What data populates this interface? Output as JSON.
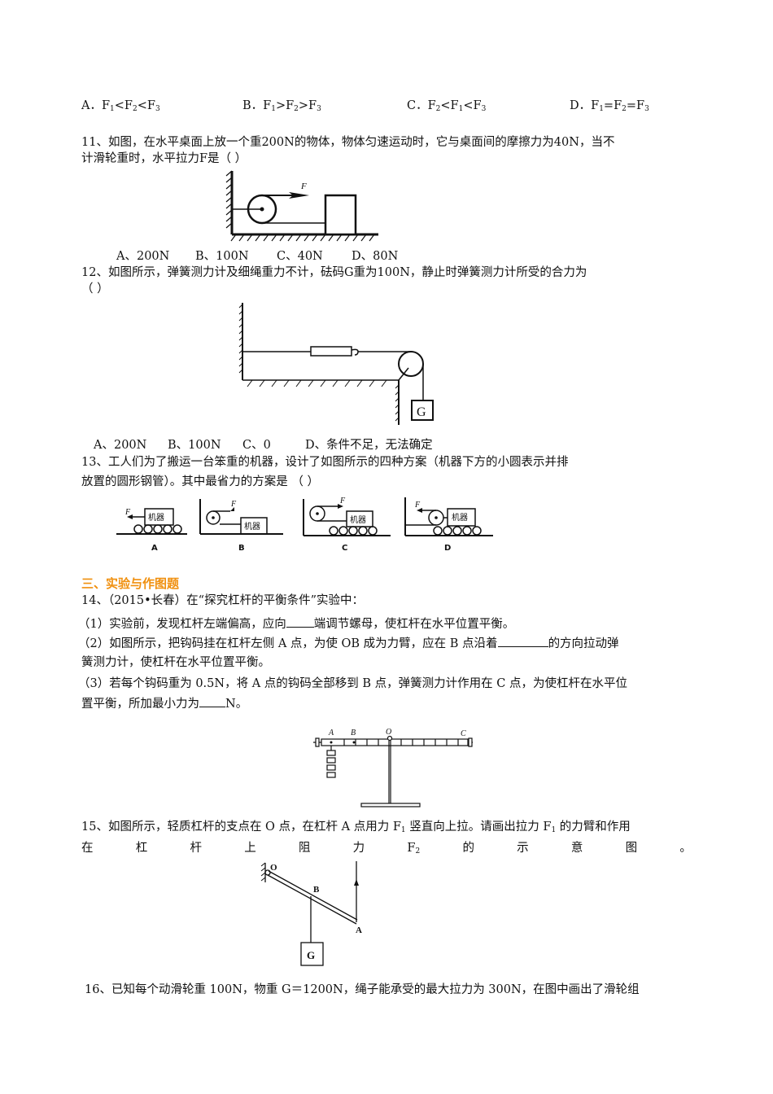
{
  "q10": {
    "options": [
      {
        "label": "A．F1<F2<F3"
      },
      {
        "label": "B．F1>F2>F3"
      },
      {
        "label": "C．F2<F1<F3"
      },
      {
        "label": "D．F1=F2=F3"
      }
    ]
  },
  "q11": {
    "line1": "11、如图，在水平桌面上放一个重200N的物体，物体匀速运动时，它与桌面间的摩擦力为40N，当不",
    "line2": "计滑轮重时，水平拉力F是（    ）",
    "figure_label_F": "F",
    "options": [
      "A、200N",
      "B、100N",
      "C、40N",
      "D、80N"
    ]
  },
  "q12": {
    "line1": "12、如图所示，弹簧测力计及细绳重力不计，砝码G重为100N，静止时弹簧测力计所受的合力为",
    "line2": "（    ）",
    "figure_label_G": "G",
    "options": [
      "A、200N",
      "B、100N",
      "C、0",
      "D、条件不足，无法确定"
    ]
  },
  "q13": {
    "line1": "13、工人们为了搬运一台笨重的机器，设计了如图所示的四种方案（机器下方的小圆表示并排",
    "line2": "放置的圆形钢管）。其中最省力的方案是  （        ）",
    "machine_label": "机器",
    "force_label": "F",
    "panels": [
      "A",
      "B",
      "C",
      "D"
    ]
  },
  "section3": {
    "heading": "三、实验与作图题"
  },
  "q14": {
    "line1": "14、（2015•长春）在“探究杠杆的平衡条件”实验中：",
    "p1_a": "（1）实验前，发现杠杆左端偏高，应向",
    "p1_b": "端调节螺母，使杠杆在水平位置平衡。",
    "p2_a": "（2）如图所示，把钩码挂在杠杆左侧 A 点，为使 OB 成为力臂，应在 B 点沿着",
    "p2_b": "的方向拉动弹",
    "p2_c": "簧测力计，使杠杆在水平位置平衡。",
    "p3_a": "（3）若每个钩码重为 0.5N，将 A 点的钩码全部移到 B 点，弹簧测力计作用在 C 点，为使杠杆在水平位",
    "p3_b": "置平衡，所加最小力为",
    "p3_c": "N。",
    "figure_labels": {
      "A": "A",
      "B": "B",
      "O": "O",
      "C": "C"
    }
  },
  "q15": {
    "line1": "15、如图所示，轻质杠杆的支点在 O 点，在杠杆 A 点用力 F1 竖直向上拉。请画出拉力 F1 的力臂和作用",
    "line2_chars": [
      "在",
      "杠",
      "杆",
      "上",
      "阻",
      "力",
      "F2",
      "的",
      "示",
      "意",
      "图",
      "。"
    ],
    "figure_labels": {
      "O": "O",
      "B": "B",
      "A": "A",
      "G": "G"
    }
  },
  "q16": {
    "line1": "16、已知每个动滑轮重 100N，物重 G＝1200N，绳子能承受的最大拉力为 300N，在图中画出了滑轮组"
  }
}
